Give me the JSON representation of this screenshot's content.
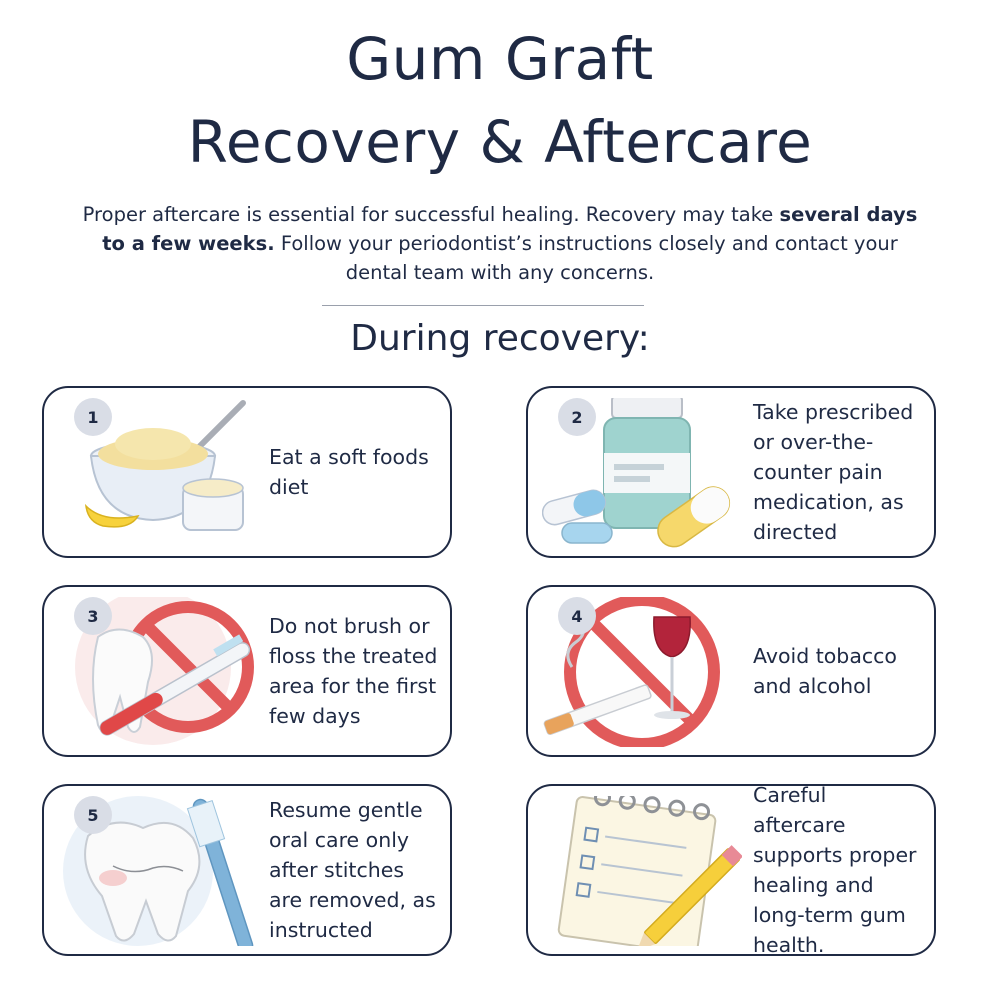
{
  "header": {
    "title_line1": "Gum Graft",
    "title_line2": "Recovery & Aftercare",
    "intro_part1": "Proper aftercare is essential for successful healing. Recovery may take ",
    "intro_bold": "several days to a few weeks.",
    "intro_part2": " Follow your periodontist’s instructions closely and contact your dental team with any concerns.",
    "subtitle": "During recovery:"
  },
  "cards": [
    {
      "number": "1",
      "text": "Eat a soft foods diet",
      "icon": "soft-food-icon"
    },
    {
      "number": "2",
      "text": "Take prescribed or over-the-counter pain medication, as directed",
      "icon": "medication-icon"
    },
    {
      "number": "3",
      "text": "Do not brush or floss the treated area for the first few days",
      "icon": "no-brushing-icon"
    },
    {
      "number": "4",
      "text": "Avoid tobacco and alcohol",
      "icon": "no-tobacco-alcohol-icon"
    },
    {
      "number": "5",
      "text": "Resume gentle oral care only after stitches are removed, as instructed",
      "icon": "tooth-toothbrush-icon"
    },
    {
      "number": "",
      "text": "Careful aftercare supports proper healing and long-term gum health.",
      "icon": "notepad-pencil-icon"
    }
  ],
  "colors": {
    "navy": "#1f2a44",
    "badge": "#d9dde6",
    "prohibition_red": "#e15a5a"
  }
}
